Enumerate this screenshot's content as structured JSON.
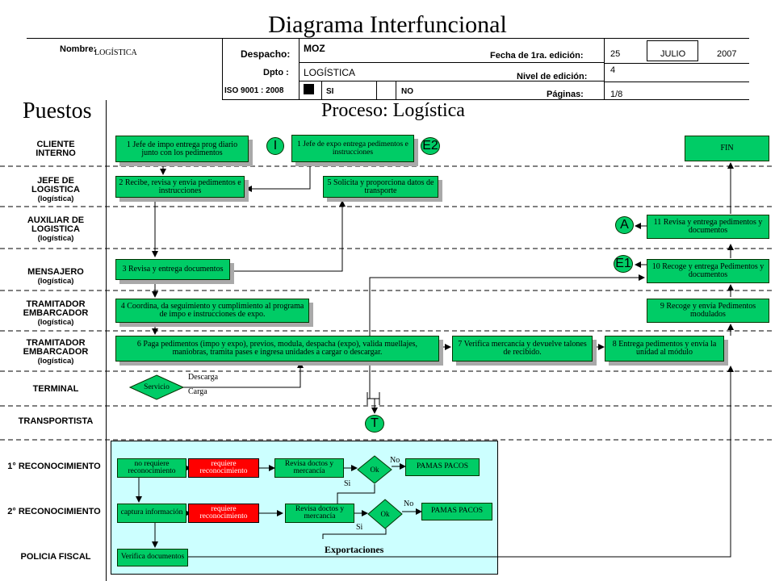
{
  "title": "Diagrama Interfuncional",
  "header": {
    "nombre_label": "Nombre:",
    "nombre_value": "LOGÍSTICA",
    "despacho_label": "Despacho:",
    "despacho_value": "MOZ",
    "dpto_label": "Dpto :",
    "dpto_value": "LOGÍSTICA",
    "iso_label": "ISO 9001 : 2008",
    "si_label": "SI",
    "no_label": "NO",
    "fecha_label": "Fecha de 1ra. edición:",
    "fecha_day": "25",
    "fecha_month": "JULIO",
    "fecha_year": "2007",
    "nivel_label": "Nivel de edición:",
    "nivel_value": "4",
    "paginas_label": "Páginas:",
    "paginas_value": "1/8"
  },
  "puestos_label": "Puestos",
  "proceso_label": "Proceso: Logística",
  "lanes": [
    {
      "name": "CLIENTE\nINTERNO",
      "sub": ""
    },
    {
      "name": "JEFE DE\nLOGISTICA",
      "sub": "(logística)"
    },
    {
      "name": "AUXILIAR DE\nLOGISTICA",
      "sub": "(logística)"
    },
    {
      "name": "MENSAJERO",
      "sub": "(logística)"
    },
    {
      "name": "TRAMITADOR\nEMBARCADOR",
      "sub": "(logística)"
    },
    {
      "name": "TRAMITADOR\nEMBARCADOR",
      "sub": "(logística)"
    },
    {
      "name": "TERMINAL",
      "sub": ""
    },
    {
      "name": "TRANSPORTISTA",
      "sub": ""
    },
    {
      "name": "1° RECONOCIMIENTO",
      "sub": ""
    },
    {
      "name": "2° RECONOCIMIENTO",
      "sub": ""
    },
    {
      "name": "POLICIA FISCAL",
      "sub": ""
    }
  ],
  "steps": {
    "s1a": "1 Jefe de impo entrega prog diario junto con los pedimentos",
    "s1b": "1 Jefe de expo entrega pedimentos e instrucciones",
    "fin": "FIN",
    "s2": "2 Recibe, revisa y envia pedimentos e instrucciones",
    "s5": "5 Solicita y proporciona datos de transporte",
    "s11": "11 Revisa y entrega pedimentos y documentos",
    "s3": "3 Revisa y entrega documentos",
    "s10": "10 Recoge y entrega Pedimentos y documentos",
    "s4": "4 Coordina, da seguimiento y cumplimiento al programa de impo e instrucciones  de expo.",
    "s9": "9 Recoge y envía Pedimentos  modulados",
    "s6": "6 Paga pedimentos  (impo y expo), previos, modula, despacha (expo), valida muellajes, maniobras, tramita pases e ingresa unidades a cargar o descargar.",
    "s7": "7 Verifica mercancía  y devuelve talones de recibido.",
    "s8": "8 Entrega pedimentos  y envía la unidad al módulo",
    "servicio": "Servicio",
    "descarga": "Descarga",
    "carga": "Carga"
  },
  "connectors": {
    "I": "I",
    "E2": "E2",
    "A": "A",
    "E1": "E1",
    "T": "T"
  },
  "export_panel": {
    "title": "Exportaciones",
    "r1_green": "no requiere reconocimiento",
    "r1_red": "requiere reconocimiento",
    "r1_revisa": "Revisa doctos y mercancía",
    "r1_ok": "Ok",
    "r1_no": "No",
    "r1_si": "Si",
    "r1_pamas": "PAMAS PACOS",
    "r2_green": "captura información",
    "r2_red": "requiere reconocimiento",
    "r2_revisa": "Revisa doctos y mercancía",
    "r2_ok": "Ok",
    "r2_no": "No",
    "r2_si": "Si",
    "r2_pamas": "PAMAS PACOS",
    "verifica": "Verifica documentos"
  }
}
